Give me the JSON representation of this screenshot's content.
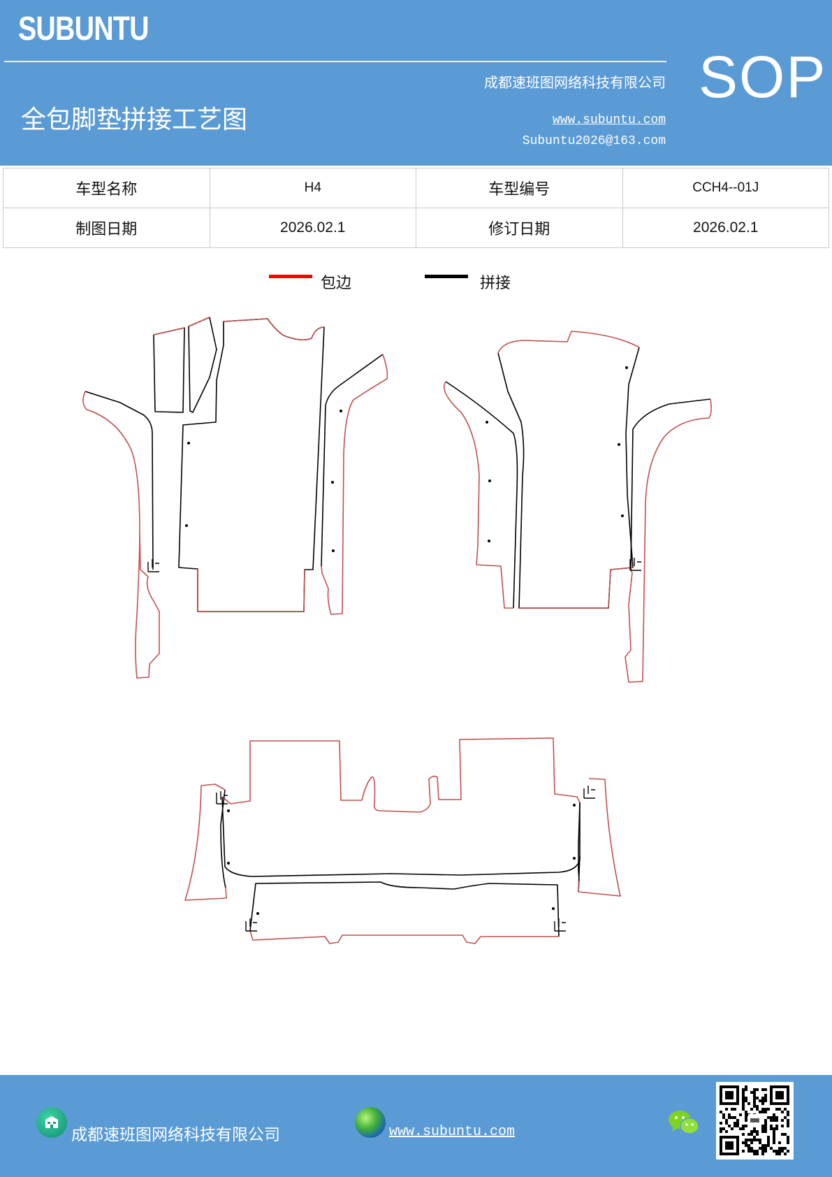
{
  "header": {
    "brand": "SUBUNTU",
    "badge": "SOP",
    "title": "全包脚垫拼接工艺图",
    "company": "成都速班图网络科技有限公司",
    "website": "www.subuntu.com",
    "email": "Subuntu2026@163.com"
  },
  "info_table": {
    "model_name_label": "车型名称",
    "model_name": "H4",
    "model_code_label": "车型编号",
    "model_code": "CCH4--01J",
    "drawing_date_label": "制图日期",
    "drawing_date": "2026.02.1",
    "revision_date_label": "修订日期",
    "revision_date": "2026.02.1"
  },
  "legend": {
    "edge_label": "包边",
    "edge_color": "#ff0000",
    "splice_label": "拼接",
    "splice_color": "#000000"
  },
  "drawing": {
    "stop_mark": "止"
  },
  "footer": {
    "company": "成都速班图网络科技有限公司",
    "website": "www.subuntu.com "
  },
  "colors": {
    "header_bg": "#5b9bd5",
    "edge_line": "#c0504d"
  }
}
